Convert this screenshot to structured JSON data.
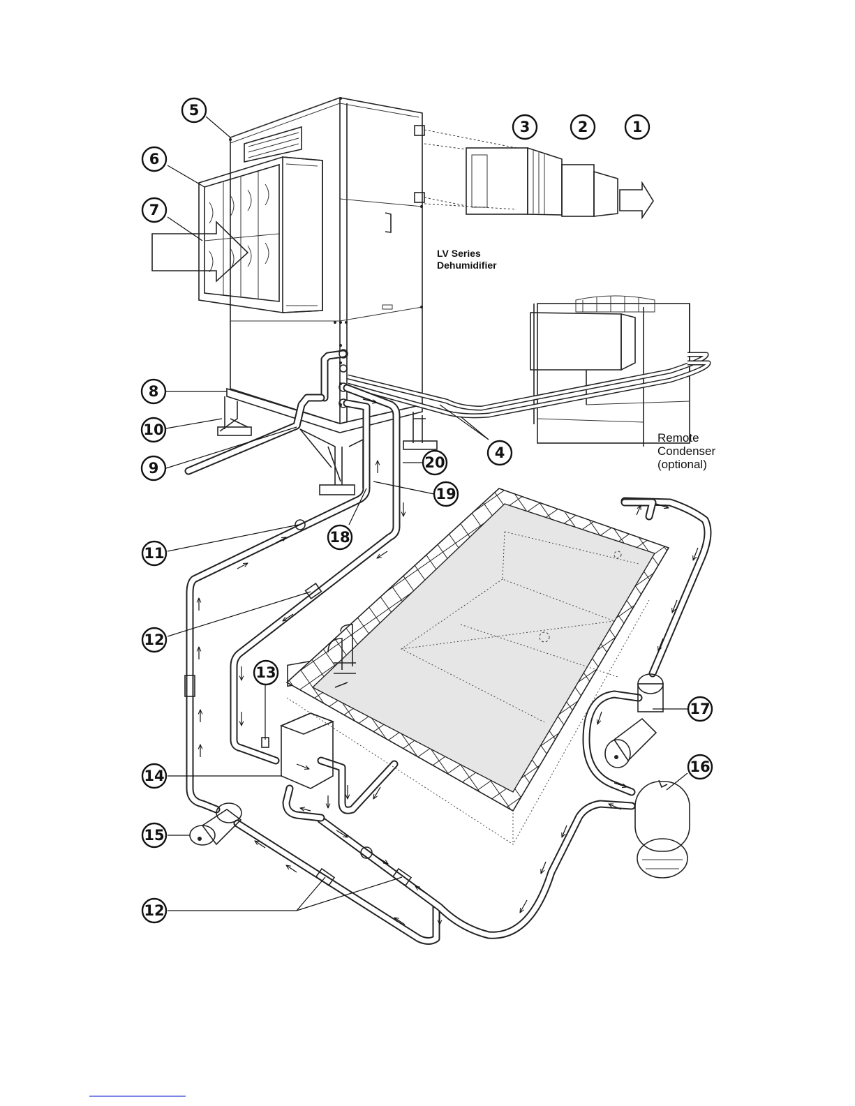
{
  "diagram": {
    "unit_label": {
      "line1": "LV Series",
      "line2": "Dehumidifier"
    },
    "condenser_label": {
      "line1": "Remote",
      "line2": "Condenser",
      "line3": "(optional)"
    },
    "callouts": [
      "1",
      "2",
      "3",
      "4",
      "5",
      "6",
      "7",
      "8",
      "9",
      "10",
      "11",
      "12",
      "13",
      "14",
      "15",
      "16",
      "17",
      "18",
      "19",
      "20",
      "12"
    ],
    "colors": {
      "line": "#111111",
      "pool_water": "#e6e6e6",
      "link_underline": "#2b3fd6"
    }
  }
}
